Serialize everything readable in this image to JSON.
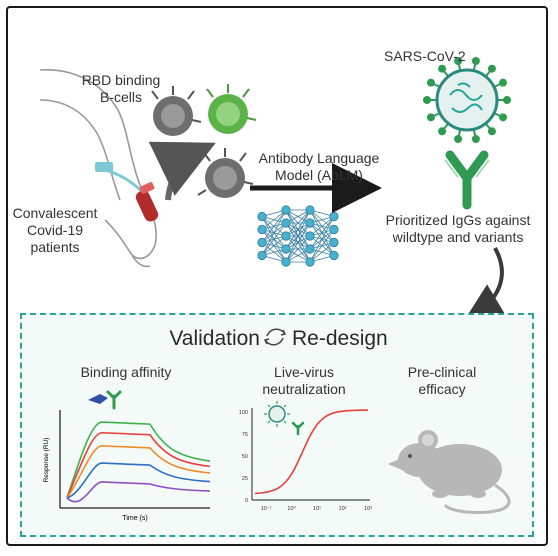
{
  "labels": {
    "rbd": "RBD binding\nB-cells",
    "patients": "Convalescent\nCovid-19\npatients",
    "ablm": "Antibody Language\nModel (AbLM)",
    "virus": "SARS-CoV-2",
    "prioritized": "Prioritized IgGs against\nwildtype and variants",
    "validation": "Validation",
    "redesign": "Re-design",
    "binding": "Binding affinity",
    "live": "Live-virus\nneutralization",
    "preclinical": "Pre-clinical\nefficacy"
  },
  "binding_chart": {
    "ylabel": "Response (RU)",
    "xlabel": "Time (s)",
    "series_colors": [
      "#3db34a",
      "#e8413c",
      "#f08a24",
      "#2f6fc4",
      "#8a4fc0"
    ],
    "peaks": [
      0.95,
      0.82,
      0.66,
      0.45,
      0.22
    ]
  },
  "neutralization_chart": {
    "yticks": [
      "100",
      "75",
      "50",
      "25",
      "0"
    ],
    "xticks": [
      "10⁻¹",
      "10⁰",
      "10¹",
      "10²",
      "10³"
    ],
    "curve_color": "#e8413c"
  },
  "colors": {
    "teal": "#2aa39b",
    "green_cell": "#5bb347",
    "grey_cell": "#6e6e6e",
    "virus_green": "#2f9a52",
    "mouse": "#b7b7b7"
  }
}
